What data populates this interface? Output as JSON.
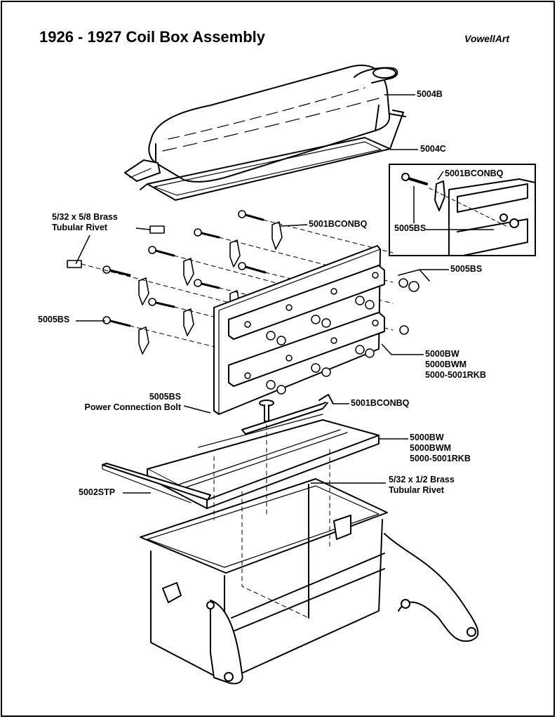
{
  "title": "1926 - 1927 Coil Box Assembly",
  "credit": "VowellArt",
  "parts": {
    "lid": "5004B",
    "gasket": "5004C",
    "inset_screw_bushing": "5001BCONBQ",
    "inset_bolt": "5005BS",
    "tubular_rivet_58": [
      "5/32 x 5/8 Brass",
      "Tubular Rivet"
    ],
    "bushing_upper": "5001BCONBQ",
    "nuts_right": "5005BS",
    "bolts_left": "5005BS",
    "coil_board": [
      "5000BW",
      "5000BWM",
      "5000-5001RKB"
    ],
    "power_bolt": [
      "5005BS",
      "Power Connection Bolt"
    ],
    "connector": "5001BCONBQ",
    "base_board": [
      "5000BW",
      "5000BWM",
      "5000-5001RKB"
    ],
    "strip": "5002STP",
    "tubular_rivet_12": [
      "5/32 x 1/2 Brass",
      "Tubular Rivet"
    ]
  }
}
